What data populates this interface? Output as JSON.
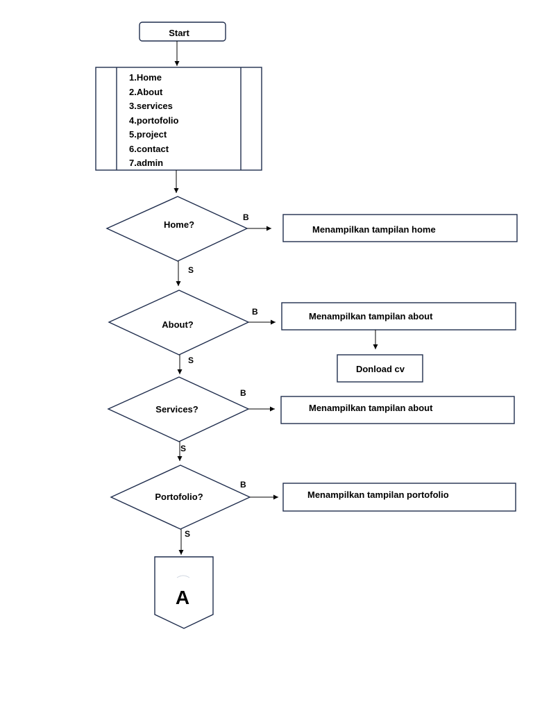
{
  "diagram": {
    "start_label": "Start",
    "menu_items": [
      "1.Home",
      "2.About",
      "3.services",
      "4.portofolio",
      "5.project",
      "6.contact",
      "7.admin"
    ],
    "decisions": [
      {
        "question": "Home?",
        "yes_label": "B",
        "no_label": "S",
        "result": "Menampilkan tampilan home"
      },
      {
        "question": "About?",
        "yes_label": "B",
        "no_label": "S",
        "result": "Menampilkan tampilan about"
      },
      {
        "question": "Services?",
        "yes_label": "B",
        "no_label": "S",
        "result": "Menampilkan tampilan about"
      },
      {
        "question": "Portofolio?",
        "yes_label": "B",
        "no_label": "S",
        "result": "Menampilkan tampilan portofolio"
      }
    ],
    "download_label": "Donload cv",
    "connector_label": "A",
    "colors": {
      "stroke": "#1f2d4d",
      "line": "#000000",
      "text": "#000000"
    }
  }
}
